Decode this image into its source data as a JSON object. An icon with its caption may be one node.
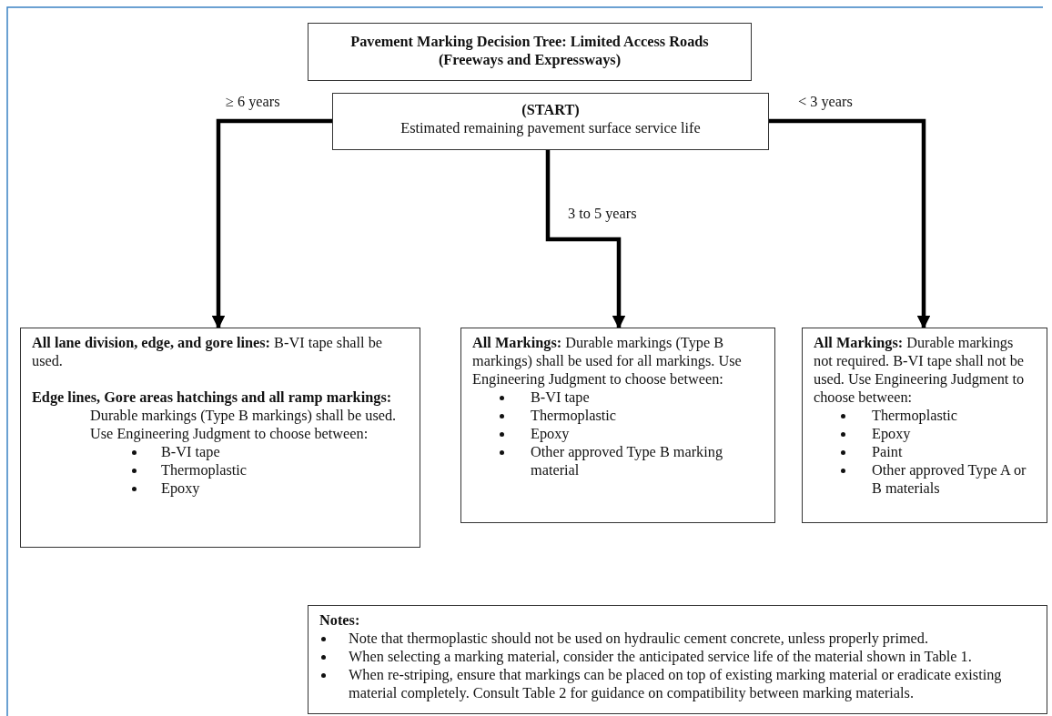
{
  "diagram": {
    "nodes": [
      {
        "text": [
          "Pavement Marking Decision Tree: Limited Access Roads (Freeways and Expressways)"
        ]
      },
      {
        "text": [
          "(START)",
          "Estimated remaining pavement surface service life"
        ]
      },
      {
        "text": [
          "**All lane division, edge, and gore lines:** B-VI tape shall be used.",
          "Edge lines, Gore areas hatchings and all ramp markings:",
          "Durable markings (Type B markings) shall be used.  Use Engineering Judgment to choose between:",
          "B-VI tape",
          "Thermoplastic",
          "Epoxy"
        ]
      },
      {
        "text": [
          "**All Markings:**  Durable markings (Type B markings) shall be used for all markings. Use Engineering Judgment to choose between:",
          "B-VI tape",
          "Thermoplastic",
          "Epoxy",
          "Other approved Type B marking material"
        ]
      },
      {
        "text": [
          "**All Markings:**  Durable markings not required.  B-VI tape shall not be used.  Use Engineering Judgment to choose between:",
          "Thermoplastic",
          "Epoxy",
          "Paint",
          "Other approved  Type A or B materials"
        ]
      },
      {
        "text": [
          "Notes:",
          "Note that thermoplastic should not be used on hydraulic cement concrete, unless properly primed.",
          "When selecting a marking material, consider the anticipated service life of the material shown in Table 1.",
          "When re-striping, ensure that markings can be placed on top of existing marking material or eradicate existing material completely.  Consult Table 2 for guidance on compatibility between marking materials."
        ]
      }
    ],
    "edges": [
      {
        "from": 1,
        "to": 2,
        "arrow": "to",
        "label": "≥ 6 years"
      },
      {
        "from": 1,
        "to": 3,
        "arrow": "to",
        "label": "3 to 5 years"
      },
      {
        "from": 1,
        "to": 4,
        "arrow": "to",
        "label": "< 3 years"
      }
    ]
  }
}
